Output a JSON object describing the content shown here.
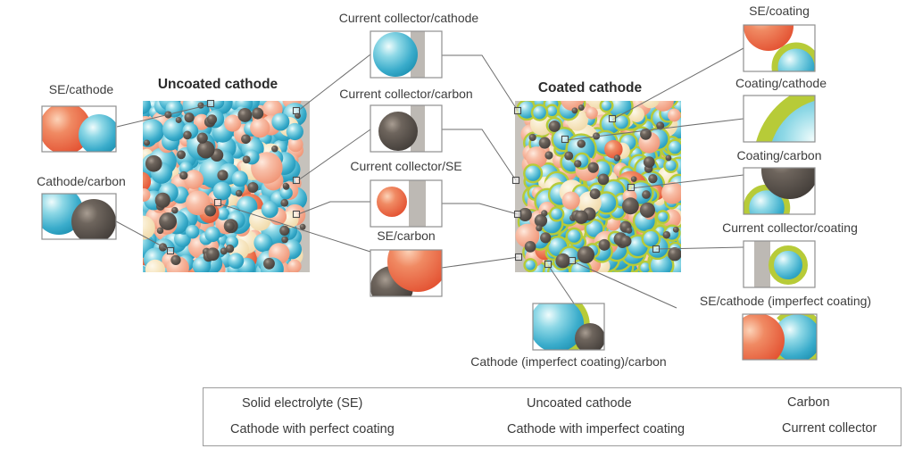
{
  "figure": {
    "uncoated_title": "Uncoated cathode",
    "coated_title": "Coated cathode"
  },
  "callouts": {
    "se_cathode": {
      "label": "SE/cathode"
    },
    "cathode_carbon": {
      "label": "Cathode/carbon"
    },
    "cc_cathode": {
      "label": "Current collector/cathode"
    },
    "cc_carbon": {
      "label": "Current collector/carbon"
    },
    "cc_se": {
      "label": "Current collector/SE"
    },
    "se_carbon": {
      "label": "SE/carbon"
    },
    "se_coating": {
      "label": "SE/coating"
    },
    "coating_cathode": {
      "label": "Coating/cathode"
    },
    "coating_carbon": {
      "label": "Coating/carbon"
    },
    "cc_coating": {
      "label": "Current collector/coating"
    },
    "se_cathode_imperfect": {
      "label": "SE/cathode (imperfect coating)"
    },
    "cathode_imperfect_carbon": {
      "label": "Cathode (imperfect coating)/carbon"
    }
  },
  "legend": {
    "items": [
      {
        "label": "Solid electrolyte (SE)",
        "swatch": "se"
      },
      {
        "label": "Uncoated cathode",
        "swatch": "cathode"
      },
      {
        "label": "Carbon",
        "swatch": "carbon"
      },
      {
        "label": "Cathode with perfect coating",
        "swatch": "coated"
      },
      {
        "label": "Cathode with imperfect coating",
        "swatch": "imperfect"
      },
      {
        "label": "Current collector",
        "swatch": "collector"
      }
    ]
  },
  "colors": {
    "se_vivid": "#e24c2d",
    "se_salmon": "#f4a98c",
    "cathode_blue": "#2fa7c6",
    "carbon": "#45403b",
    "coating_green": "#b7cb38",
    "collector_gray": "#c6c2bc",
    "field_bg_uncoated": "#bfdde4",
    "field_bg_coated": "#c3d04e",
    "connector_line": "#6e6e6e",
    "box_border": "#8f8f8f",
    "text": "#3d3d3d"
  }
}
